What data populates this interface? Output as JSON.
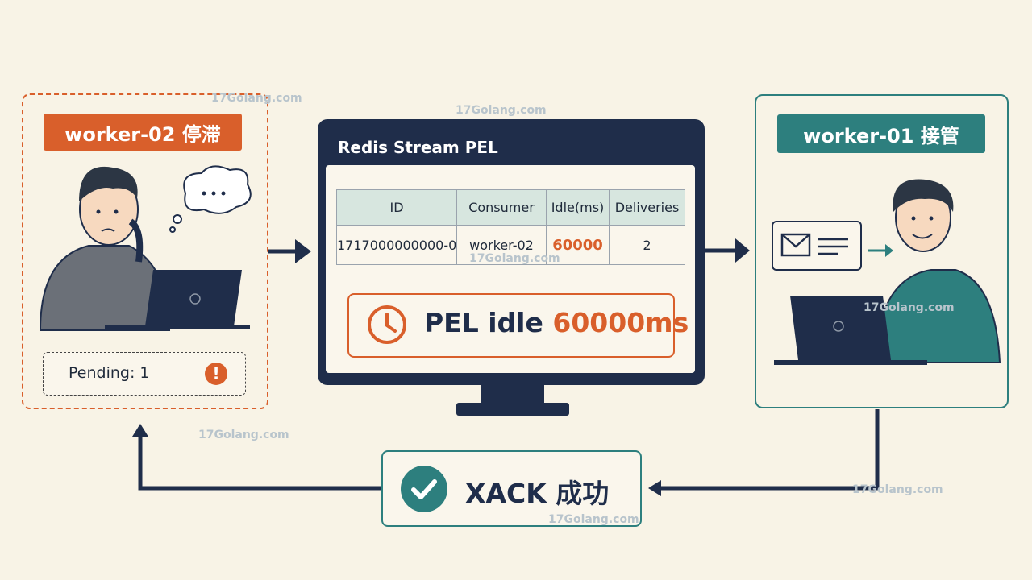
{
  "worker_stalled": {
    "label": "worker-02 停滞",
    "pending": "Pending: 1",
    "alert_symbol": "!"
  },
  "monitor": {
    "title": "Redis Stream PEL",
    "table": {
      "headers": [
        "ID",
        "Consumer",
        "Idle(ms)",
        "Deliveries"
      ],
      "row": {
        "id": "1717000000000-0",
        "consumer": "worker-02",
        "idle": "60000",
        "deliveries": "2"
      }
    },
    "idle_banner": {
      "prefix": "PEL idle ",
      "value": "60000ms"
    }
  },
  "worker_takeover": {
    "label": "worker-01 接管"
  },
  "ack": {
    "label": "XACK 成功"
  },
  "watermark": {
    "text": "17Golang.com"
  },
  "colors": {
    "orange": "#d95f2b",
    "teal": "#2d7f7e",
    "navy": "#1f2d4a",
    "background": "#f8f3e6"
  },
  "icons": [
    "thought-bubble-icon",
    "alert-icon",
    "clock-icon",
    "envelope-icon",
    "checkmark-icon",
    "laptop-icon"
  ]
}
